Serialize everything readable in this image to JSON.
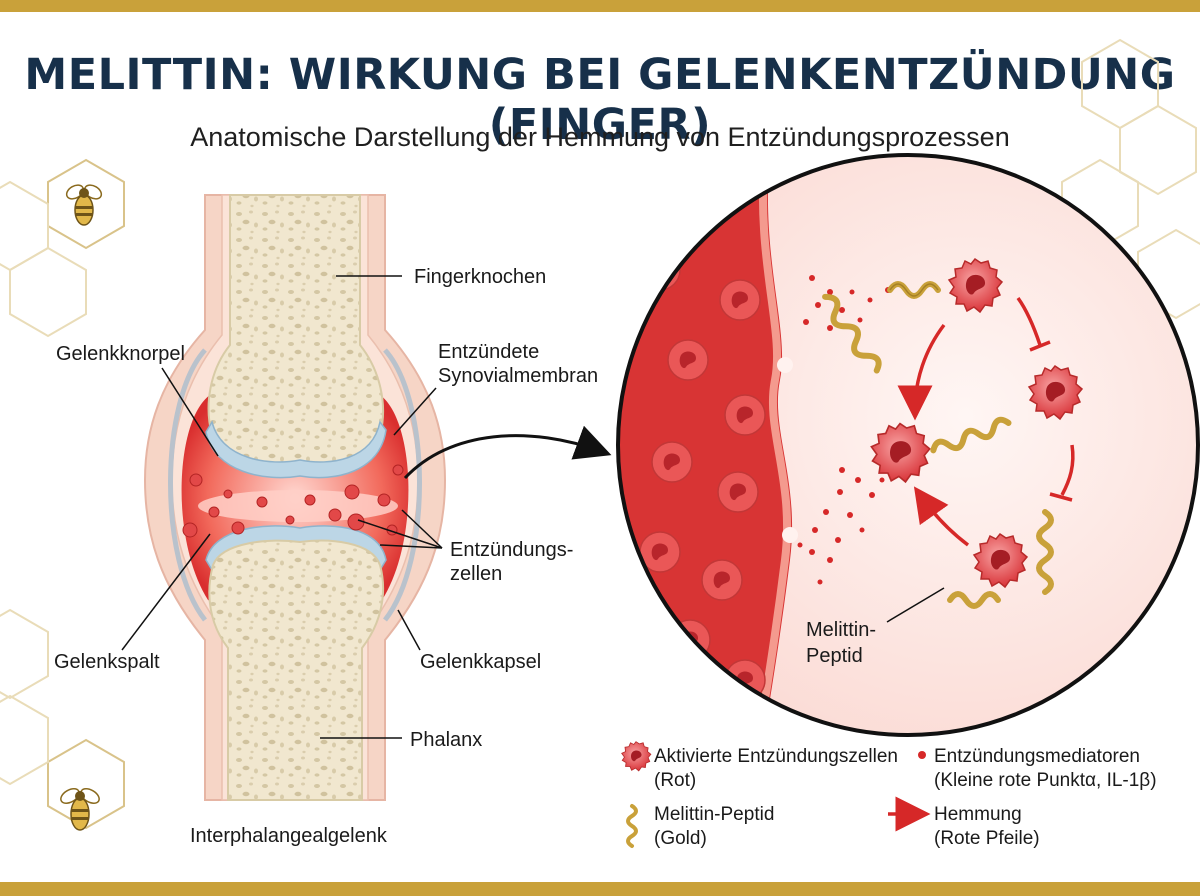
{
  "title": "MELITTIN: WIRKUNG BEI GELENKENTZÜNDUNG (FINGER)",
  "subtitle": "Anatomische Darstellung der Hemmung von Entzündungsprozessen",
  "labels": {
    "fingerknochen": "Fingerknochen",
    "gelenkknorpel": "Gelenkknorpel",
    "synovial_line1": "Entzündete",
    "synovial_line2": "Synovialmembran",
    "zellen_line1": "Entzündungs-",
    "zellen_line2": "zellen",
    "gelenkspalt": "Gelenkspalt",
    "gelenkkapsel": "Gelenkkapsel",
    "phalanx": "Phalanx",
    "joint_name": "Interphalangealgelenk",
    "melittin_line1": "Melittin-",
    "melittin_line2": "Peptid"
  },
  "legend": {
    "cells_line1": "Aktivierte Entzündungszellen",
    "cells_line2": "(Rot)",
    "mediators_line1": "Entzündungsmediatoren",
    "mediators_line2": "(Kleine rote Punktα, IL-1β)",
    "peptide_line1": "Melittin-Peptid",
    "peptide_line2": "(Gold)",
    "inhibition_line1": "Hemmung",
    "inhibition_line2": "(Rote Pfeile)"
  },
  "icons": [
    "bee-icon",
    "honeycomb-pattern",
    "inflammatory-cell-icon",
    "peptide-helix-icon",
    "mediator-dot-icon",
    "inhibition-arrow-icon"
  ],
  "colors": {
    "title": "#17304a",
    "accent_gold": "#c9a13a",
    "inflammation_red": "#d63434",
    "cartilage_blue": "#bcd6e6",
    "bone": "#f1e7cf"
  }
}
